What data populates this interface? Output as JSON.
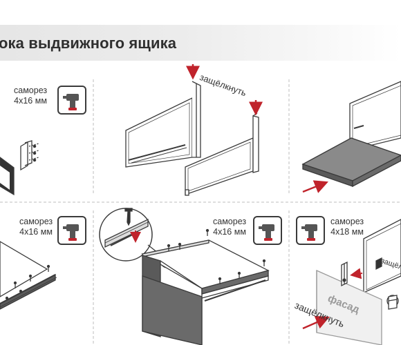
{
  "header": {
    "title": "ока выдвижного ящика"
  },
  "steps": [
    {
      "screw_label": "саморез",
      "size_label": "4х16 мм",
      "tool_icon": "drill-icon"
    },
    {
      "callout": "защёлкнуть"
    },
    {},
    {
      "screw_label": "саморез",
      "size_label": "4х16 мм",
      "tool_icon": "drill-icon"
    },
    {
      "screw_label": "саморез",
      "size_label": "4х16 мм",
      "tool_icon": "drill-icon"
    },
    {
      "screw_label": "саморез",
      "size_label": "4х18 мм",
      "tool_icon": "drill-icon",
      "front_label": "фасад",
      "callout": "защёлкнуть",
      "callout_side": "защёлкнуть"
    }
  ],
  "colors": {
    "arrow": "#c0232b",
    "line": "#3a3a3a",
    "panel": "#7a7a7a"
  }
}
